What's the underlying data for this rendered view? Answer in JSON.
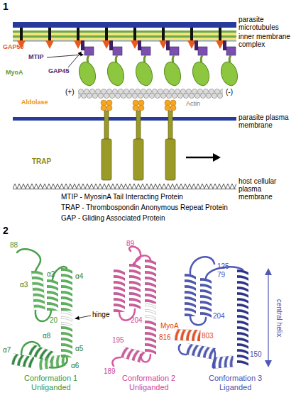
{
  "diagram": {
    "labels": [
      "1",
      "parasite microtubules",
      "inner membrane complex",
      "GAP50",
      "MTIP",
      "GAP45",
      "MyoA",
      "Aldolase",
      "(+)",
      "Actin",
      "(-)",
      "parasite plasma membrane",
      "TRAP",
      "host cellular plasma membrane",
      "MTIP - MyosinA Tail Interacting Protein",
      "TRAP - Thrombospondin Anonymous Repeat Protein",
      "GAP - Gliding Associated Protein",
      "2",
      "88",
      "89",
      "125",
      "79",
      "α4",
      "α3",
      "α2",
      "hinge",
      "20",
      "204",
      "204",
      "central helix",
      "α7",
      "α8",
      "α5",
      "195",
      "803",
      "816",
      "MyoA",
      "α6",
      "189",
      "150",
      "Conformation 1",
      "Unliganded",
      "Conformation 2",
      "Unliganded",
      "Conformation 3",
      "Liganded"
    ]
  }
}
